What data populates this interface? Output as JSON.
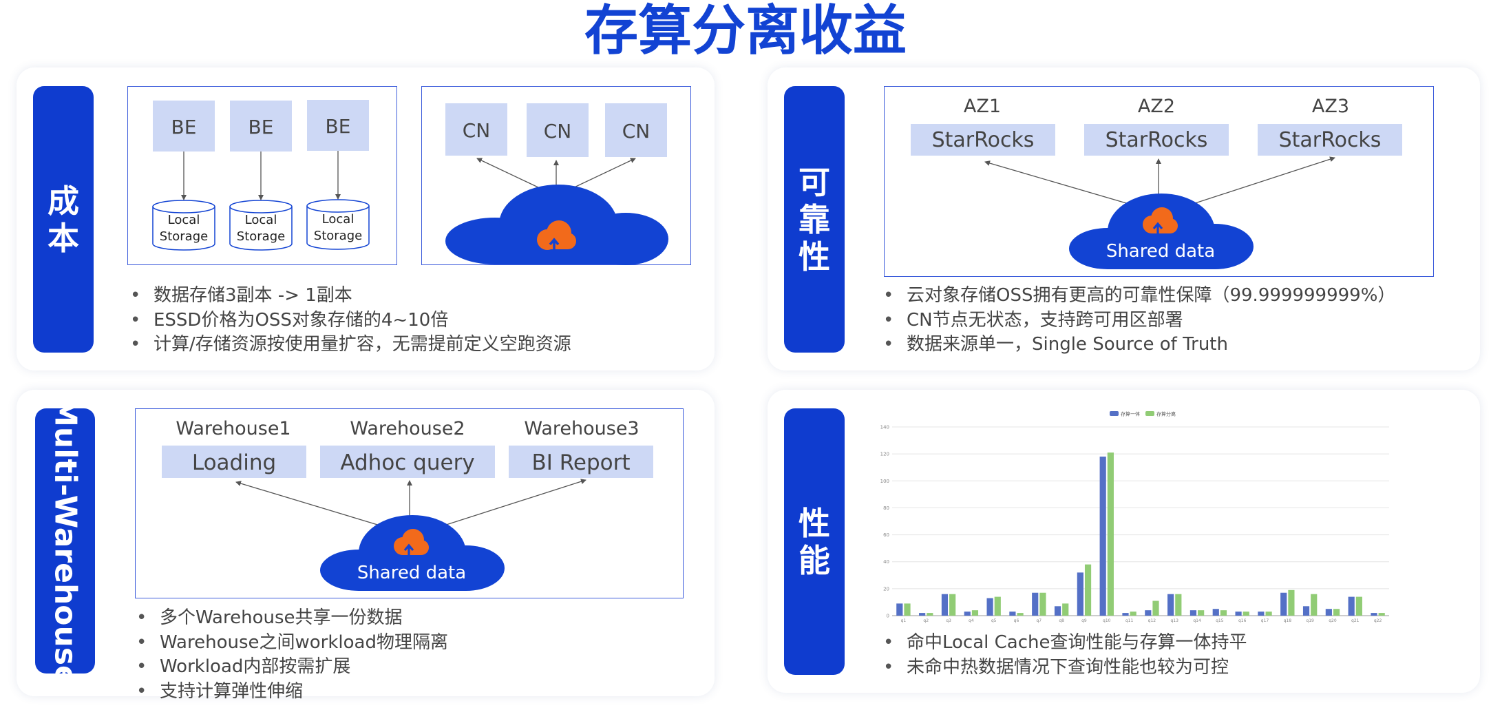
{
  "page": {
    "title": "存算分离收益"
  },
  "colors": {
    "primary_blue": "#0f3ccf",
    "light_block": "#cdd8f5",
    "cloud_blue": "#1243d3",
    "badge_orange": "#f26a1b",
    "series1": "#5470c6",
    "series2": "#91cc75"
  },
  "cost": {
    "tab": "成本",
    "be_label": "BE",
    "storage_line1": "Local",
    "storage_line2": "Storage",
    "cn_label": "CN",
    "bullets": [
      "数据存储3副本 -> 1副本",
      "ESSD价格为OSS对象存储的4~10倍",
      "计算/存储资源按使用量扩容，无需提前定义空跑资源"
    ]
  },
  "reliability": {
    "tab": "可靠性",
    "zones": [
      "AZ1",
      "AZ2",
      "AZ3"
    ],
    "node_label": "StarRocks",
    "cloud_label": "Shared data",
    "bullets": [
      "云对象存储OSS拥有更高的可靠性保障（99.999999999%）",
      "CN节点无状态，支持跨可用区部署",
      "数据来源单一，Single Source of Truth"
    ]
  },
  "multi_warehouse": {
    "tab": "Multi-Warehouse",
    "warehouses": [
      {
        "name": "Warehouse1",
        "workload": "Loading"
      },
      {
        "name": "Warehouse2",
        "workload": "Adhoc query"
      },
      {
        "name": "Warehouse3",
        "workload": "BI Report"
      }
    ],
    "cloud_label": "Shared data",
    "bullets": [
      "多个Warehouse共享一份数据",
      "Warehouse之间workload物理隔离",
      "Workload内部按需扩展",
      "支持计算弹性伸缩"
    ]
  },
  "performance": {
    "tab": "性能",
    "bullets": [
      "命中Local Cache查询性能与存算一体持平",
      "未命中热数据情况下查询性能也较为可控"
    ]
  },
  "chart_data": {
    "type": "bar",
    "title": "",
    "xlabel": "",
    "ylabel": "",
    "ylim": [
      0,
      140
    ],
    "yticks": [
      0,
      20,
      40,
      60,
      80,
      100,
      120,
      140
    ],
    "grid": true,
    "legend_position": "top-center",
    "categories": [
      "q1",
      "q2",
      "q3",
      "q4",
      "q5",
      "q6",
      "q7",
      "q8",
      "q9",
      "q10",
      "q11",
      "q12",
      "q13",
      "q14",
      "q15",
      "q16",
      "q17",
      "q18",
      "q19",
      "q20",
      "q21",
      "q22"
    ],
    "series": [
      {
        "name": "存算一体",
        "color": "#5470c6",
        "values": [
          9,
          2,
          16,
          3,
          13,
          3,
          17,
          7,
          32,
          118,
          2,
          4,
          16,
          4,
          5,
          3,
          3,
          17,
          7,
          5,
          14,
          2
        ]
      },
      {
        "name": "存算分离",
        "color": "#91cc75",
        "values": [
          9,
          2,
          16,
          4,
          14,
          2,
          17,
          9,
          38,
          121,
          3,
          11,
          16,
          4,
          4,
          3,
          3,
          19,
          16,
          5,
          14,
          2
        ]
      }
    ]
  }
}
